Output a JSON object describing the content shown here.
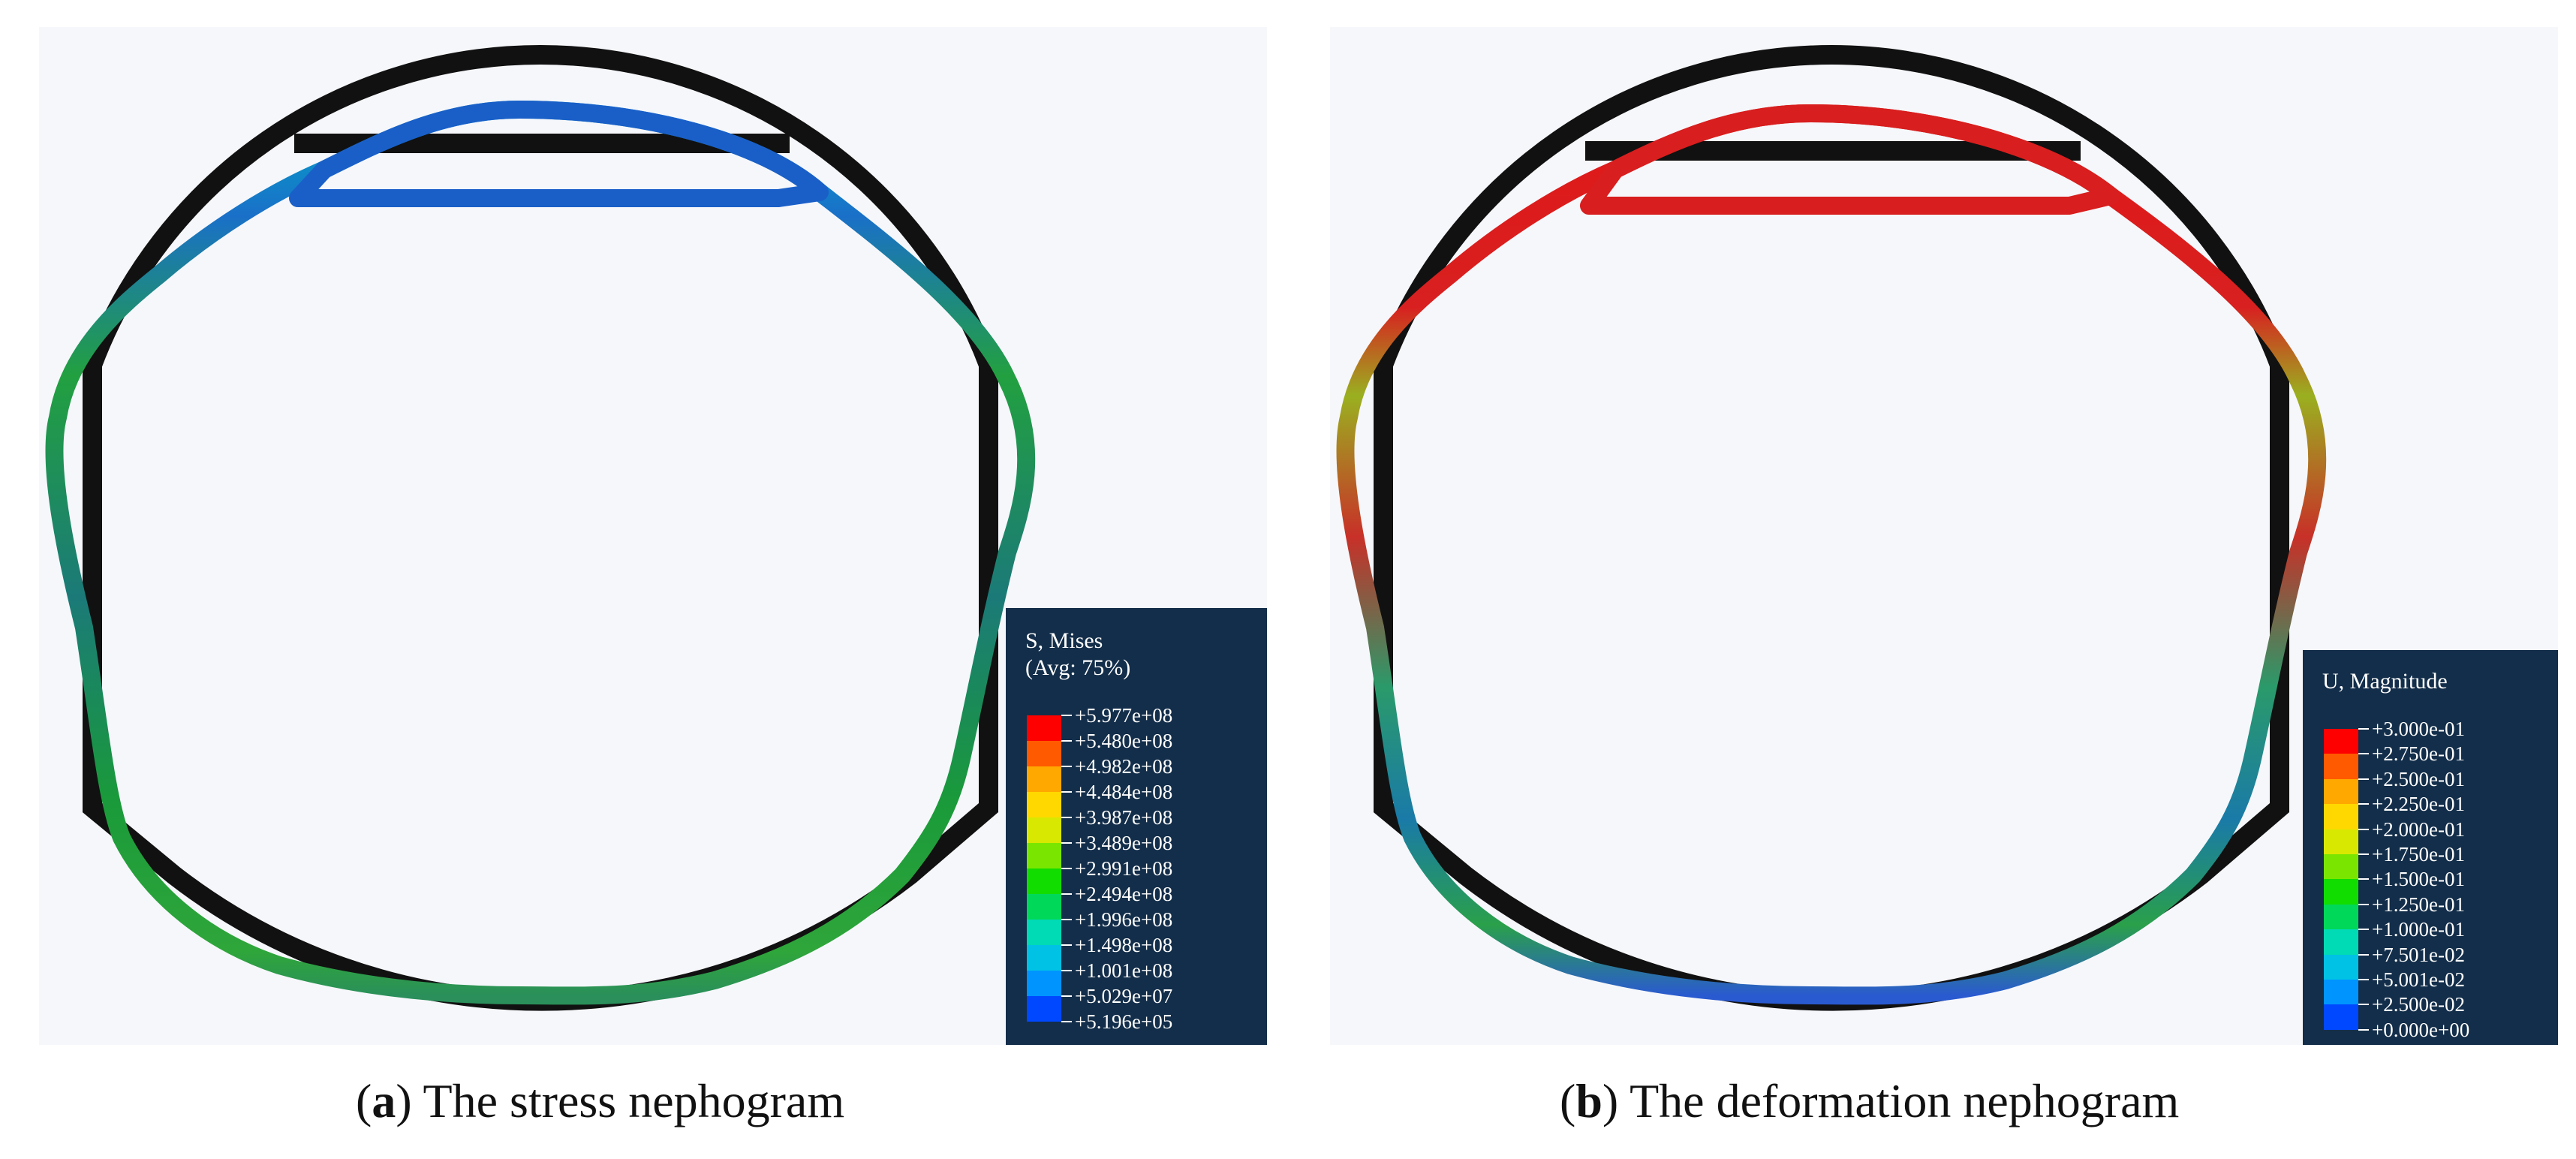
{
  "panels": [
    {
      "id": "a",
      "caption_letter": "a",
      "caption_text": "The stress nephogram",
      "legend": {
        "title1": "S, Mises",
        "title2": "(Avg: 75%)",
        "labels": [
          "+5.977e+08",
          "+5.480e+08",
          "+4.982e+08",
          "+4.484e+08",
          "+3.987e+08",
          "+3.489e+08",
          "+2.991e+08",
          "+2.494e+08",
          "+1.996e+08",
          "+1.498e+08",
          "+1.001e+08",
          "+5.029e+07",
          "+5.196e+05"
        ]
      }
    },
    {
      "id": "b",
      "caption_letter": "b",
      "caption_text": "The deformation nephogram",
      "legend": {
        "title1": "U, Magnitude",
        "title2": "",
        "labels": [
          "+3.000e-01",
          "+2.750e-01",
          "+2.500e-01",
          "+2.250e-01",
          "+2.000e-01",
          "+1.750e-01",
          "+1.500e-01",
          "+1.250e-01",
          "+1.000e-01",
          "+7.501e-02",
          "+5.001e-02",
          "+2.500e-02",
          "+0.000e+00"
        ]
      }
    }
  ],
  "colors": {
    "scale": [
      "#ff0000",
      "#ff5a00",
      "#ffa800",
      "#ffd800",
      "#d8e800",
      "#7ae600",
      "#12dd00",
      "#00d85a",
      "#00dab5",
      "#00c2e4",
      "#0094ff",
      "#0048ff",
      "#0000ff"
    ],
    "legend_bg": "#132e4a",
    "undeformed": "#111111",
    "panel_bg": "#f6f7fb"
  }
}
